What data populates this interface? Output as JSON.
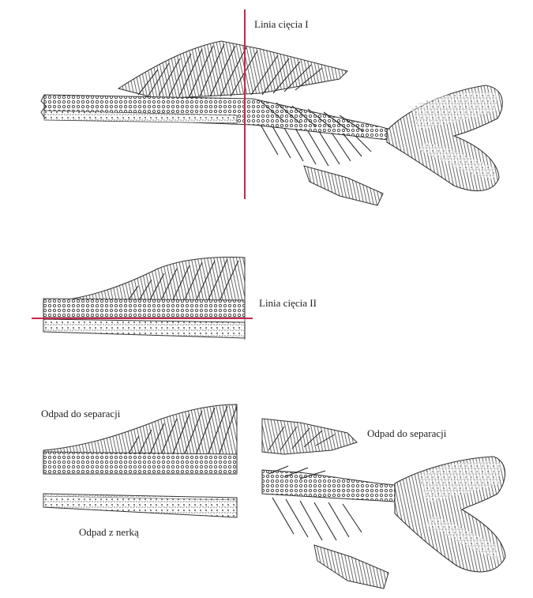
{
  "labels": {
    "cut_line_1": "Linia cięcia I",
    "cut_line_2": "Linia cięcia II",
    "separation_waste_left": "Odpad do separacji",
    "separation_waste_right": "Odpad do separacji",
    "kidney_waste": "Odpad z nerką"
  },
  "colors": {
    "cut_line": "#c8264a",
    "ink": "#2a2a2a",
    "ink_light": "#6a6a6a"
  }
}
